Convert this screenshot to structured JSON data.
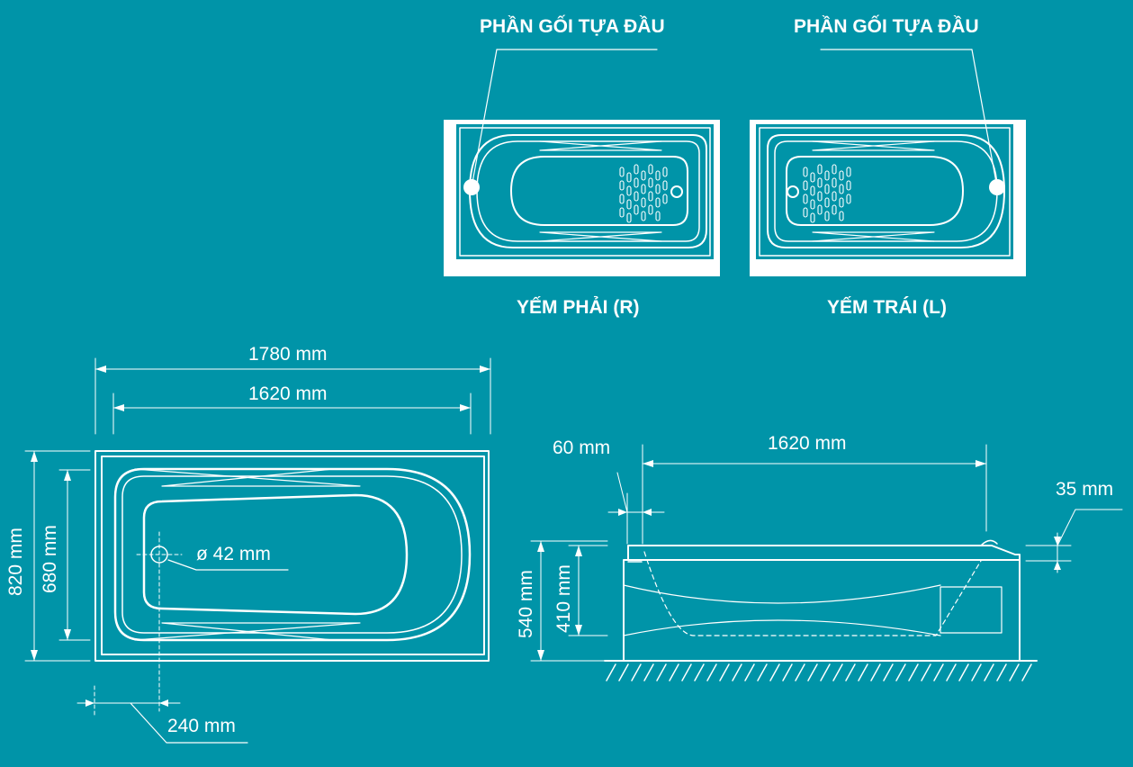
{
  "top_views": {
    "right": {
      "headrest_label": "PHẦN GỐI TỰA ĐẦU",
      "caption": "YẾM PHẢI (R)"
    },
    "left": {
      "headrest_label": "PHẦN GỐI TỰA ĐẦU",
      "caption": "YẾM TRÁI (L)"
    }
  },
  "plan_view": {
    "overall_length": "1780 mm",
    "inner_length": "1620 mm",
    "overall_width": "820 mm",
    "inner_width": "680 mm",
    "drain_diameter": "ø 42 mm",
    "drain_offset": "240 mm"
  },
  "side_view": {
    "rim_offset": "60 mm",
    "inner_length": "1620 mm",
    "rim_thickness": "35 mm",
    "overall_height": "540 mm",
    "inner_depth": "410 mm"
  },
  "colors": {
    "background": "#0094A8",
    "line": "#FFFFFF"
  }
}
